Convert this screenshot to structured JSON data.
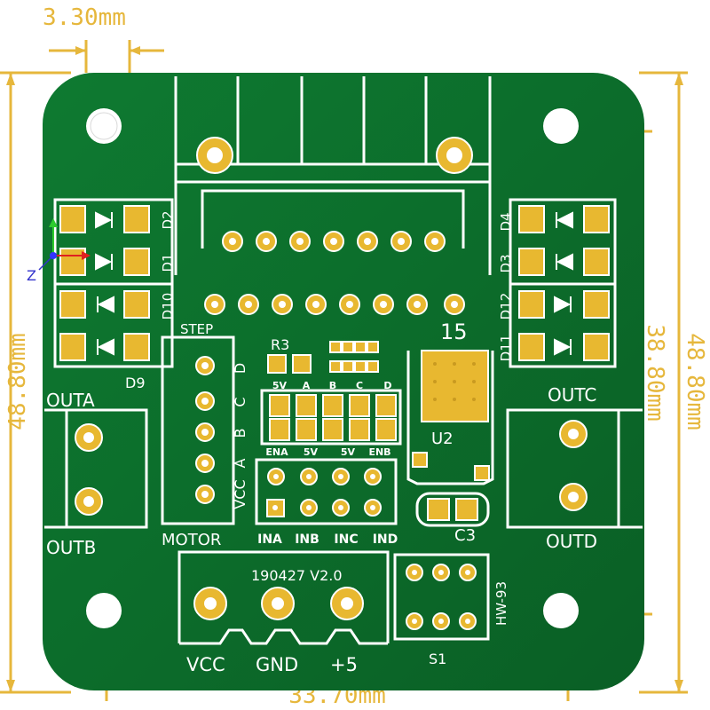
{
  "dimensions": {
    "top_width": "3.30mm",
    "bottom_width": "33.70mm",
    "left_height": "48.80mm",
    "right_outer_height": "48.80mm",
    "right_inner_height": "38.80mm"
  },
  "axes": {
    "z": "Z"
  },
  "board": {
    "date_version": "190427  V2.0",
    "model": "HW-93",
    "number_15": "15",
    "labels": {
      "step": "STEP",
      "r3": "R3",
      "u2": "U2",
      "c3": "C3",
      "s1": "S1",
      "d9": "D9",
      "d2": "D2",
      "d1": "D1",
      "d10": "D10",
      "d4": "D4",
      "d3": "D3",
      "d12": "D12",
      "d11": "D11",
      "outa": "OUTA",
      "outb": "OUTB",
      "outc": "OUTC",
      "outd": "OUTD",
      "motor": "MOTOR",
      "vcc": "VCC",
      "gnd": "GND",
      "plus5": "+5",
      "conn_letters": [
        "D",
        "C",
        "B",
        "A"
      ],
      "conn_vcc": "VCC",
      "jumper_top": [
        "5V",
        "A",
        "B",
        "C",
        "D"
      ],
      "jumper_bottom": [
        "ENA",
        "5V",
        "5V",
        "ENB"
      ],
      "ina": "INA",
      "inb": "INB",
      "inc": "INC",
      "ind": "IND"
    }
  },
  "colors": {
    "board": "#0b6b2a",
    "pad": "#e8b830",
    "silk": "#ffffff",
    "dimension": "#e6b73c"
  }
}
